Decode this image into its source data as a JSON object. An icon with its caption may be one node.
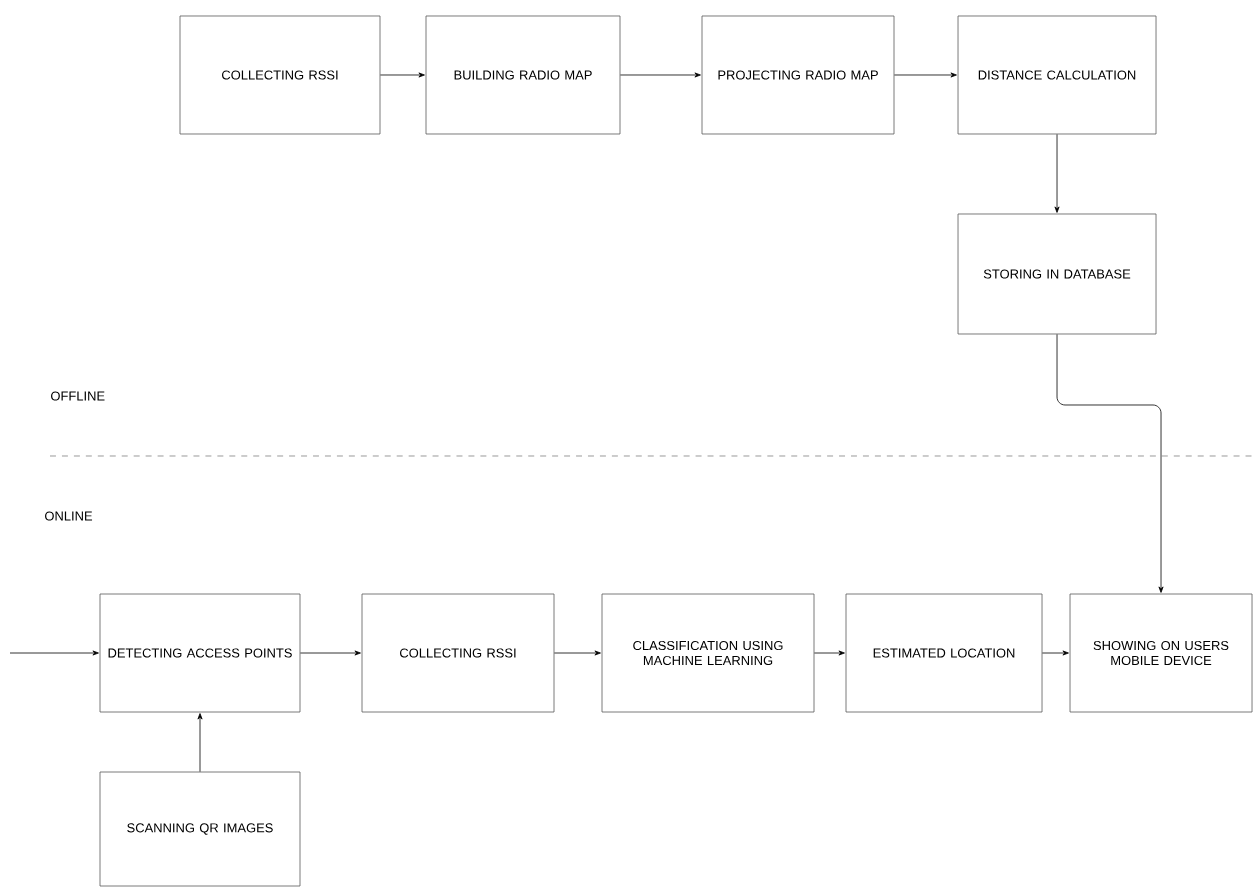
{
  "diagram": {
    "nodes": [
      {
        "text": [
          "COLLECTING RSSI"
        ]
      },
      {
        "text": [
          "BUILDING RADIO MAP"
        ]
      },
      {
        "text": [
          "PROJECTING RADIO MAP"
        ]
      },
      {
        "text": [
          "DISTANCE CALCULATION"
        ]
      },
      {
        "text": [
          "STORING IN DATABASE"
        ]
      },
      {
        "text": [
          "DETECTING ACCESS POINTS"
        ]
      },
      {
        "text": [
          "COLLECTING RSSI"
        ]
      },
      {
        "text": [
          "CLASSIFICATION USING MACHINE LEARNING"
        ]
      },
      {
        "text": [
          "ESTIMATED LOCATION"
        ]
      },
      {
        "text": [
          "SHOWING ON USERS MOBILE DEVICE"
        ]
      },
      {
        "text": [
          "SCANNING QR IMAGES"
        ]
      }
    ],
    "edges": [
      {
        "from": 0,
        "to": 1,
        "arrow": "to"
      },
      {
        "from": 1,
        "to": 2,
        "arrow": "to"
      },
      {
        "from": 2,
        "to": 3,
        "arrow": "to"
      },
      {
        "from": 3,
        "to": 4,
        "arrow": "to"
      },
      {
        "from": 4,
        "to": 9,
        "arrow": "to"
      },
      {
        "from": null,
        "to": 5,
        "arrow": "to"
      },
      {
        "from": 5,
        "to": 6,
        "arrow": "to"
      },
      {
        "from": 6,
        "to": 7,
        "arrow": "to"
      },
      {
        "from": 7,
        "to": 8,
        "arrow": "to"
      },
      {
        "from": 8,
        "to": 9,
        "arrow": "to"
      },
      {
        "from": 10,
        "to": 5,
        "arrow": "to"
      }
    ],
    "labels": [
      "OFFLINE",
      "ONLINE"
    ]
  }
}
